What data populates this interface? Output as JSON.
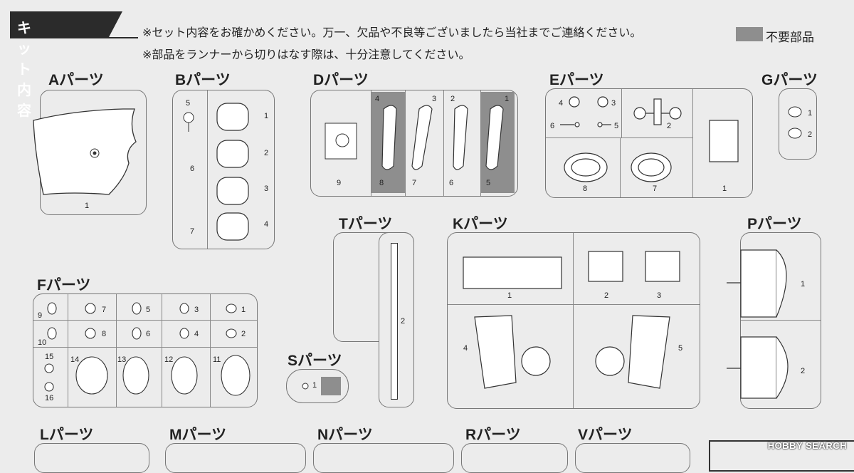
{
  "header": {
    "title": "キット内容"
  },
  "notes": [
    "※セット内容をお確かめください。万一、欠品や不良等ございましたら当社までご連絡ください。",
    "※部品をランナーから切りはなす際は、十分注意してください。"
  ],
  "legend": {
    "label": "不要部品",
    "color": "#8e8e8e"
  },
  "sections": {
    "a": {
      "title": "Aパーツ",
      "nums": [
        "1"
      ]
    },
    "b": {
      "title": "Bパーツ",
      "nums": [
        "5",
        "6",
        "7",
        "1",
        "2",
        "3",
        "4"
      ]
    },
    "d": {
      "title": "Dパーツ",
      "nums": [
        "9",
        "4",
        "8",
        "3",
        "7",
        "2",
        "6",
        "1",
        "5"
      ]
    },
    "e": {
      "title": "Eパーツ",
      "nums": [
        "4",
        "3",
        "6",
        "5",
        "2",
        "8",
        "7",
        "1"
      ]
    },
    "g": {
      "title": "Gパーツ",
      "nums": [
        "1",
        "2"
      ]
    },
    "t": {
      "title": "Tパーツ",
      "nums": [
        "2"
      ]
    },
    "k": {
      "title": "Kパーツ",
      "nums": [
        "1",
        "2",
        "3",
        "4",
        "5"
      ]
    },
    "p": {
      "title": "Pパーツ",
      "nums": [
        "1",
        "2"
      ]
    },
    "f": {
      "title": "Fパーツ",
      "nums": [
        "9",
        "7",
        "5",
        "3",
        "1",
        "10",
        "8",
        "6",
        "4",
        "2",
        "15",
        "16",
        "14",
        "13",
        "12",
        "11"
      ]
    },
    "s": {
      "title": "Sパーツ",
      "nums": [
        "1"
      ]
    },
    "l": {
      "title": "Lパーツ"
    },
    "m": {
      "title": "Mパーツ"
    },
    "n": {
      "title": "Nパーツ"
    },
    "r": {
      "title": "Rパーツ"
    },
    "v": {
      "title": "Vパーツ"
    }
  },
  "watermark": "HOBBY SEARCH"
}
